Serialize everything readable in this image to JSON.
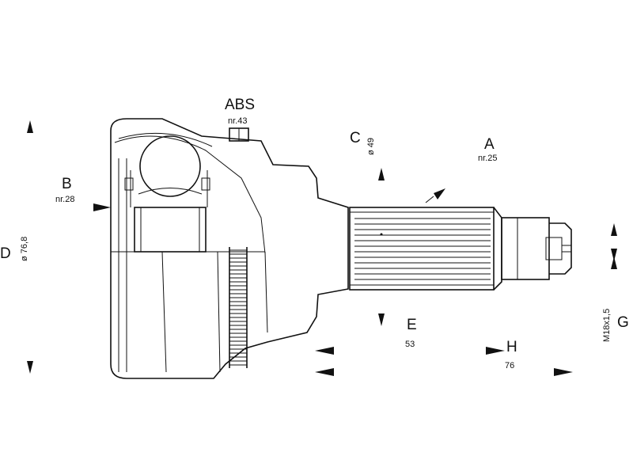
{
  "labels": {
    "abs": {
      "letter": "ABS",
      "spec": "nr.43"
    },
    "a": {
      "letter": "A",
      "spec": "nr.25"
    },
    "b": {
      "letter": "B",
      "spec": "nr.28"
    },
    "c": {
      "letter": "C",
      "spec": "ø 49"
    },
    "d": {
      "letter": "D",
      "spec": "ø 76,8"
    },
    "e": {
      "letter": "E",
      "spec": "53"
    },
    "h": {
      "letter": "H",
      "spec": "76"
    },
    "g": {
      "letter": "G",
      "spec": "M18x1,5"
    }
  },
  "colors": {
    "line": "#111111",
    "background": "#ffffff"
  }
}
